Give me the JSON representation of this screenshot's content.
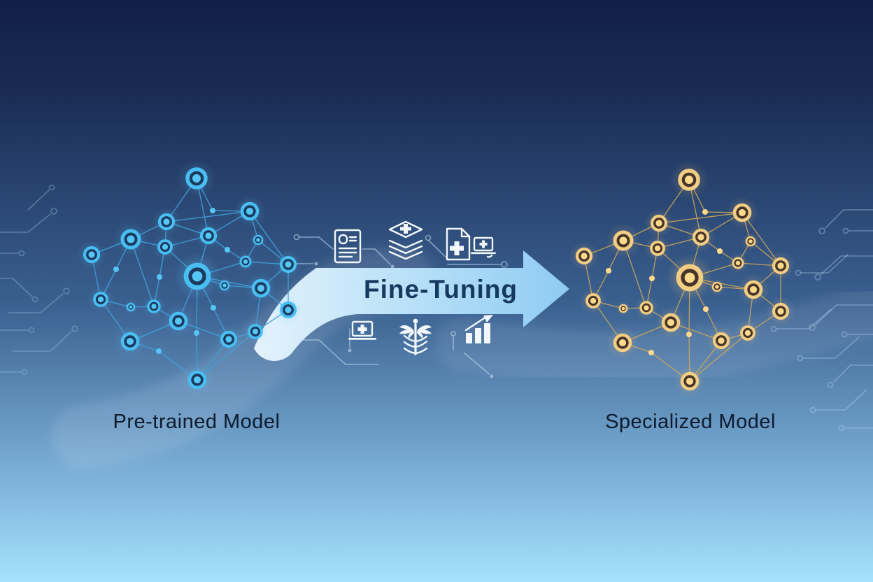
{
  "scene": {
    "left_model": {
      "label": "Pre-trained Model"
    },
    "right_model": {
      "label": "Specialized Model"
    },
    "arrow_label": "Fine-Tuning"
  },
  "colors": {
    "bg_top": "#121f47",
    "bg_upper": "#1a2c54",
    "bg_mid": "#3a6090",
    "bg_lower": "#7db1d9",
    "bg_bottom": "#a5e2fd",
    "label_text": "#0d1b2e",
    "arrow_text": "#16395f",
    "arrow_fill_start": "#e4f2fc",
    "arrow_fill_mid": "#bce2f8",
    "arrow_fill_end": "#8fcbf2",
    "left_net": {
      "ring": "#49bef2",
      "dot": "#55c6f5",
      "core": "#1c3a5e",
      "edge": "#3fa0d8",
      "glow": "#5ac8f7"
    },
    "right_net": {
      "ring": "#f2cd84",
      "dot": "#ffd98c",
      "core": "#46352a",
      "edge": "#d0a757",
      "glow": "#ffc772"
    }
  },
  "icons": [
    "medical-record-icon",
    "medical-data-stack-icon",
    "medical-file-icon",
    "telehealth-laptop-icon-top",
    "telehealth-laptop-icon-bottom",
    "caduceus-icon",
    "growth-chart-icon"
  ],
  "network": {
    "right_offset": [
      704,
      2
    ],
    "nodes": [
      [
        281,
        255,
        13
      ],
      [
        357,
        302,
        11
      ],
      [
        238,
        317,
        10
      ],
      [
        298,
        337,
        10
      ],
      [
        187,
        342,
        12
      ],
      [
        236,
        353,
        9
      ],
      [
        131,
        364,
        10
      ],
      [
        369,
        343,
        6
      ],
      [
        351,
        374,
        7
      ],
      [
        412,
        378,
        10
      ],
      [
        282,
        395,
        16
      ],
      [
        321,
        408,
        6
      ],
      [
        373,
        412,
        11
      ],
      [
        412,
        443,
        10
      ],
      [
        144,
        428,
        9
      ],
      [
        187,
        439,
        5
      ],
      [
        220,
        438,
        8
      ],
      [
        255,
        459,
        11
      ],
      [
        327,
        485,
        10
      ],
      [
        365,
        474,
        9
      ],
      [
        186,
        488,
        11
      ],
      [
        282,
        543,
        11
      ],
      [
        304,
        301,
        4
      ],
      [
        325,
        357,
        4
      ],
      [
        227,
        502,
        4
      ],
      [
        166,
        385,
        4
      ],
      [
        228,
        396,
        4
      ],
      [
        305,
        440,
        4
      ],
      [
        281,
        476,
        4
      ]
    ],
    "edges": [
      [
        0,
        22
      ],
      [
        22,
        1
      ],
      [
        0,
        3
      ],
      [
        0,
        2
      ],
      [
        1,
        3
      ],
      [
        1,
        7
      ],
      [
        1,
        9
      ],
      [
        1,
        2
      ],
      [
        2,
        3
      ],
      [
        2,
        4
      ],
      [
        2,
        5
      ],
      [
        3,
        5
      ],
      [
        3,
        10
      ],
      [
        3,
        23
      ],
      [
        23,
        8
      ],
      [
        4,
        5
      ],
      [
        4,
        6
      ],
      [
        4,
        16
      ],
      [
        4,
        25
      ],
      [
        25,
        14
      ],
      [
        5,
        10
      ],
      [
        5,
        26
      ],
      [
        26,
        16
      ],
      [
        6,
        14
      ],
      [
        7,
        8
      ],
      [
        7,
        9
      ],
      [
        8,
        10
      ],
      [
        8,
        9
      ],
      [
        9,
        12
      ],
      [
        9,
        13
      ],
      [
        10,
        11
      ],
      [
        10,
        27
      ],
      [
        27,
        18
      ],
      [
        10,
        17
      ],
      [
        10,
        28
      ],
      [
        28,
        21
      ],
      [
        10,
        12
      ],
      [
        11,
        12
      ],
      [
        12,
        13
      ],
      [
        12,
        19
      ],
      [
        13,
        19
      ],
      [
        14,
        15
      ],
      [
        14,
        20
      ],
      [
        15,
        16
      ],
      [
        16,
        17
      ],
      [
        17,
        18
      ],
      [
        17,
        20
      ],
      [
        18,
        19
      ],
      [
        18,
        21
      ],
      [
        19,
        21
      ],
      [
        20,
        24
      ],
      [
        24,
        21
      ]
    ]
  }
}
